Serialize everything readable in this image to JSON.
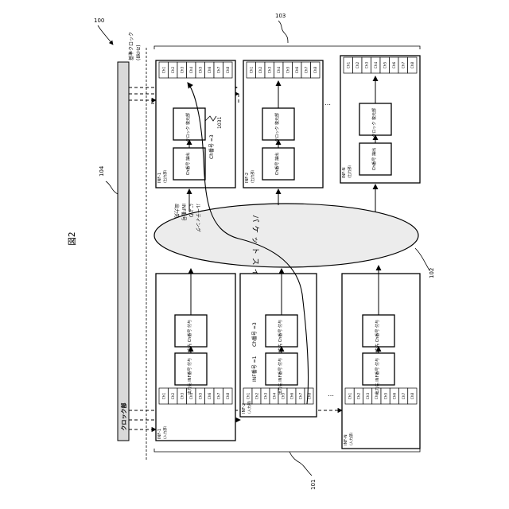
{
  "figure": {
    "title": "図2",
    "ref_system": "100",
    "ref_output_group": "103",
    "ref_input_group": "101",
    "ref_switch": "102",
    "ref_clock": "104",
    "ref_clock_recovery": "1031"
  },
  "clock": {
    "label": "クロック部",
    "reference_label": "基準クロック",
    "reference_freq": "(8kHz)"
  },
  "switch": {
    "label": "パケットスイッチ",
    "routing_line1": "出力先",
    "routing_line2": "INF番号",
    "routing_line3": "により",
    "routing_line4": "ルーティング"
  },
  "channels": [
    "Ch1",
    "Ch2",
    "Ch3",
    "Ch4",
    "Ch5",
    "Ch6",
    "Ch7",
    "Ch8"
  ],
  "ellipsis": "…",
  "inputs": [
    {
      "name_line1": "INF-1",
      "name_line2": "(入力部)",
      "assign_inf": "出力先 INF番号 付与",
      "assign_ch": "出力先 Ch番号 付与"
    },
    {
      "name_line1": "INF-2",
      "name_line2": "(入力部)",
      "assign_inf": "出力先 INF番号 付与",
      "assign_ch": "出力先 Ch番号 付与",
      "annotation_inf": "INF番号 =1",
      "annotation_ch": "Ch番号 =3"
    },
    {
      "name_line1": "INF-N",
      "name_line2": "(入力部)",
      "assign_inf": "出力先 INF番号 付与",
      "assign_ch": "出力先 Ch番号 付与"
    }
  ],
  "outputs": [
    {
      "name_line1": "INF-1",
      "name_line2": "(出力部)",
      "extract": "Ch番号 抽出",
      "recovery": "クロック 復元部",
      "annotation_ch": "Ch番号 =3"
    },
    {
      "name_line1": "INF-2",
      "name_line2": "(出力部)",
      "extract": "Ch番号 抽出",
      "recovery": "クロック 復元部"
    },
    {
      "name_line1": "INF-N",
      "name_line2": "(出力部)",
      "extract": "Ch番号 抽出",
      "recovery": "クロック 復元部"
    }
  ]
}
